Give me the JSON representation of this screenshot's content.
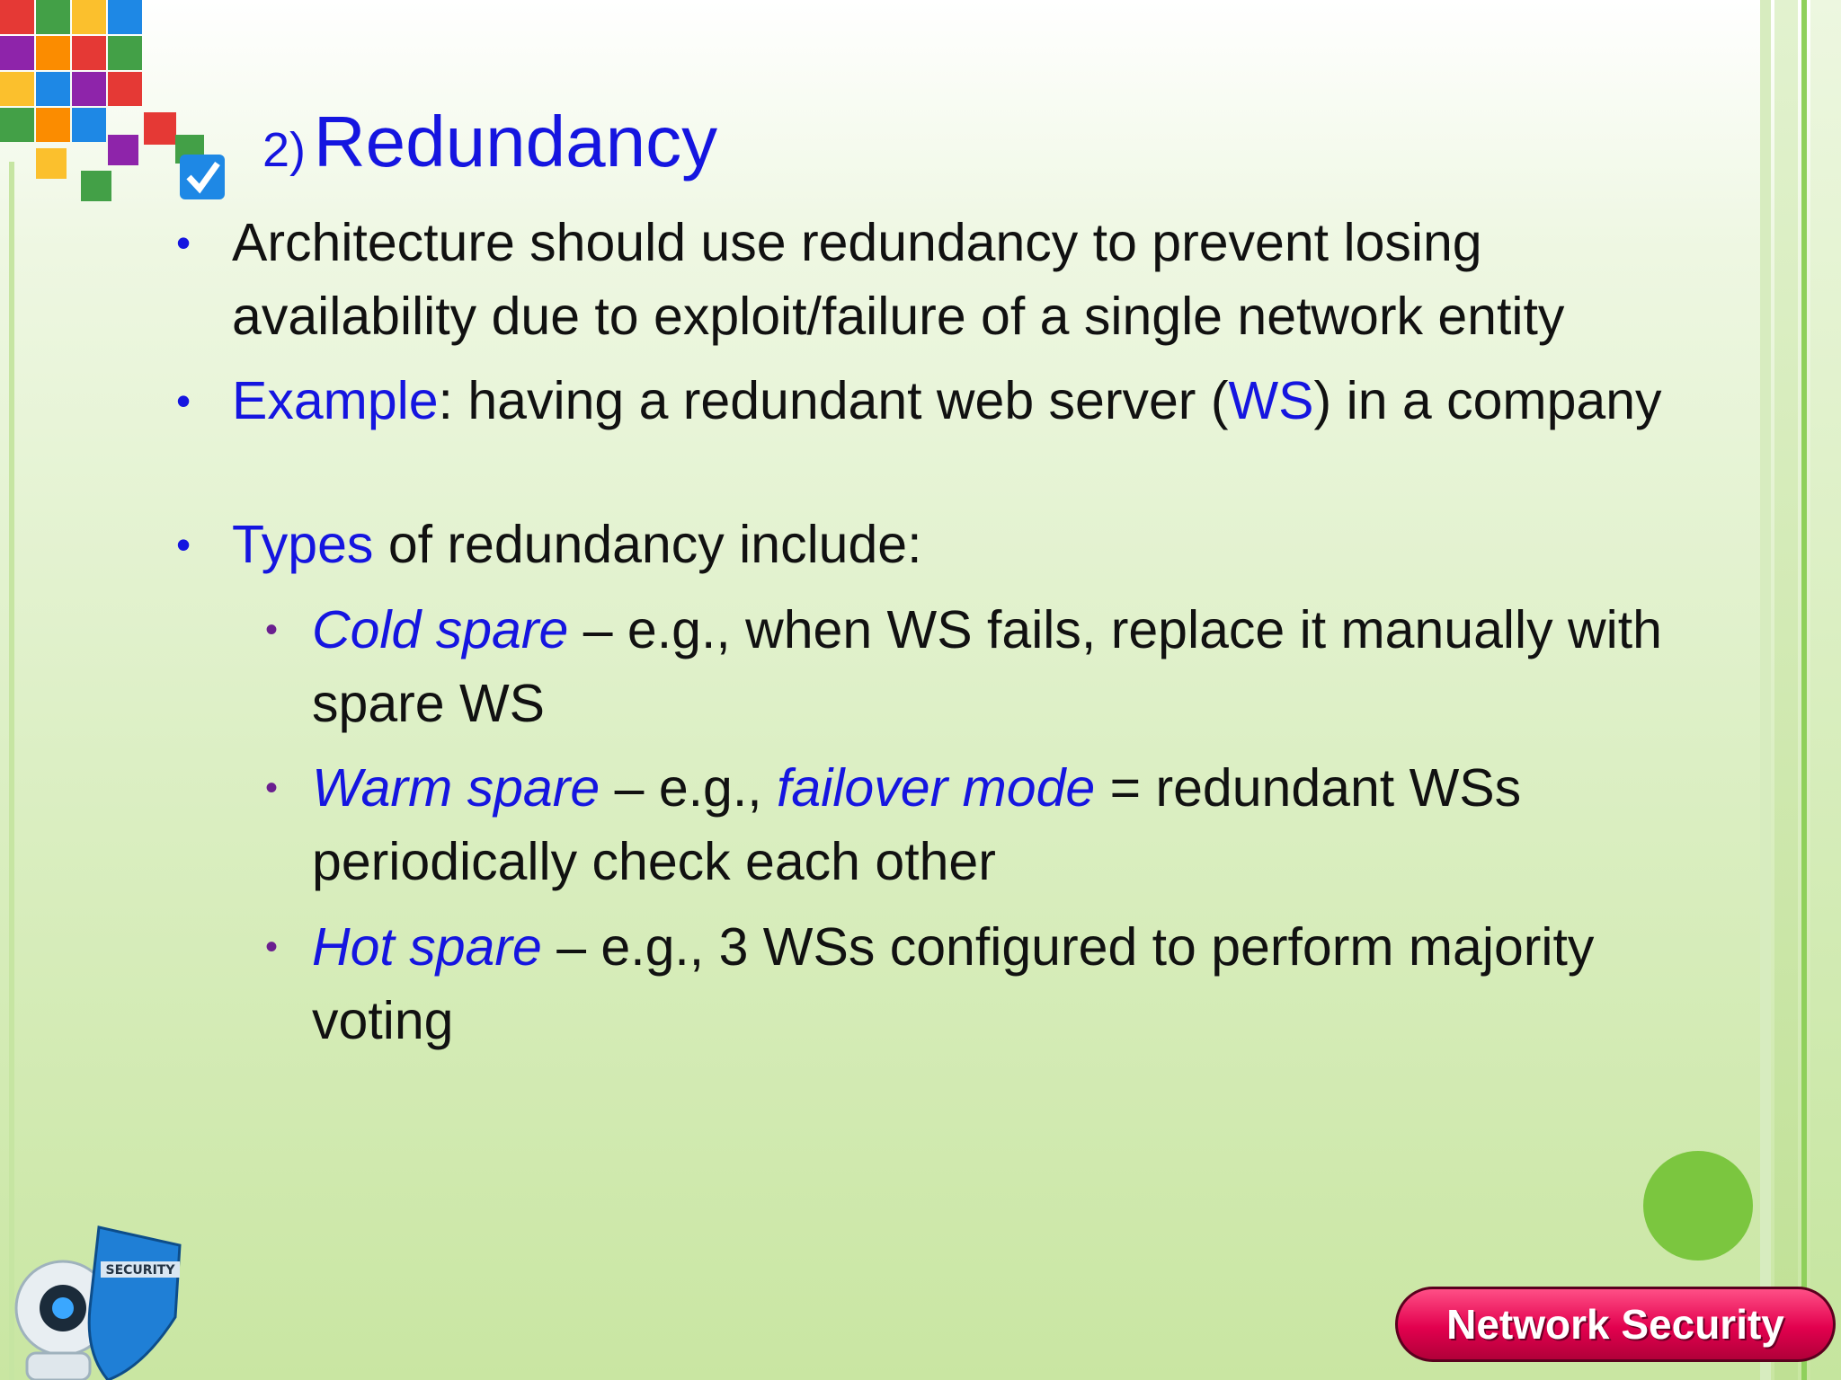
{
  "title": {
    "number": "2)",
    "text": "Redundancy"
  },
  "bullets": [
    {
      "line1": " Architecture should use redundancy to prevent losing",
      "line2": "availability due to exploit/failure of a single network entity"
    },
    {
      "label": "Example",
      "text_a": ": having a redundant web server (",
      "ws": "WS",
      "text_b": ") in a company"
    },
    {
      "label": "Types",
      "text": " of redundancy include:"
    }
  ],
  "sub_bullets": [
    {
      "term": "Cold spare",
      "line1": "  – e.g., when WS fails, replace it manually with",
      "line2": "spare WS"
    },
    {
      "term": "Warm spare",
      "mid": " – e.g., ",
      "term2": "failover mode",
      "line1_end": " = redundant WSs",
      "line2": "periodically check each other"
    },
    {
      "term": "Hot spare",
      "line1": " – e.g., 3 WSs configured to perform majority",
      "line2": "voting"
    }
  ],
  "footer": {
    "badge": "Network Security"
  },
  "icons": {
    "cubes": "colored-cubes-icon",
    "robot": "security-robot-icon",
    "shield_text": "SECURITY"
  },
  "colors": {
    "accent_blue": "#1515e0",
    "badge_pink": "#e2004e",
    "circle_green": "#7bc63f",
    "sub_bullet_purple": "#6a1f8f"
  }
}
